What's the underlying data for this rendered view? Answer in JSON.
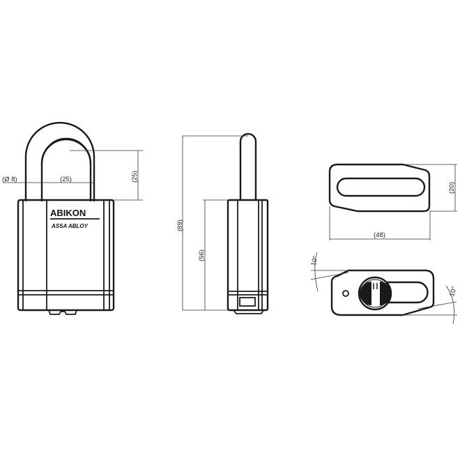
{
  "drawing": {
    "type": "technical-drawing",
    "subject": "padlock",
    "brand": {
      "logo_text": "ABIKON",
      "sub_text": "ASSA ABLOY"
    },
    "views": {
      "front": {
        "dimensions": {
          "shackle_diameter": "(Ø 8)",
          "shackle_inner_width": "(25)",
          "shackle_clearance_height": "(25)"
        }
      },
      "side": {
        "dimensions": {
          "total_height": "(89)",
          "body_height": "(56)"
        }
      },
      "top": {
        "dimensions": {
          "width": "(48)",
          "depth": "(20)"
        }
      },
      "bottom": {
        "dimensions": {
          "angle_left": "10°",
          "angle_right": "10°"
        }
      }
    }
  }
}
